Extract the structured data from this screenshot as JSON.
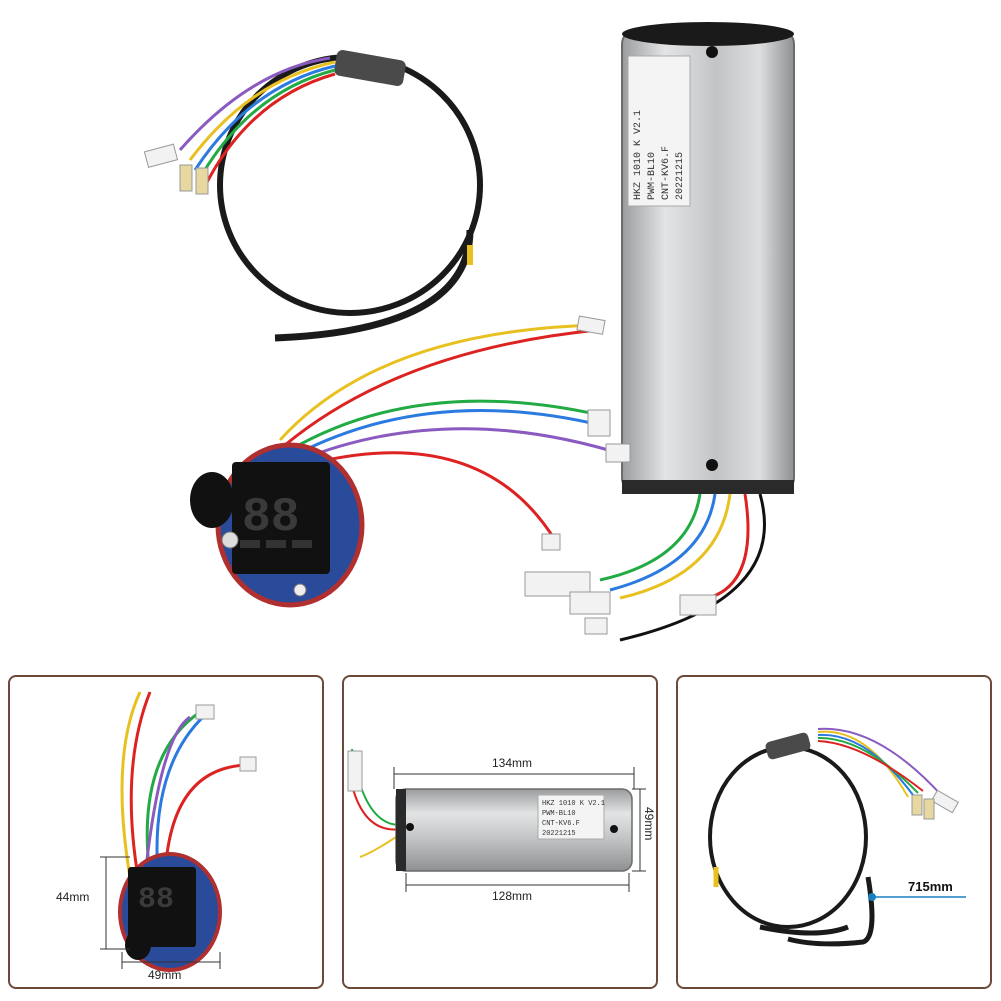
{
  "colors": {
    "frame": "#6b4a3a",
    "controller_body": "#c9cbcc",
    "pcb": "#2a4a9a",
    "cable": "#1a1a1a",
    "marker_line": "#1a7fc0"
  },
  "controller_label": [
    "HKZ 1010 K V2.1",
    "PWM-BL10",
    "CNT-KV6.F",
    "20221215"
  ],
  "dashboard_digits": "88",
  "panels": [
    {
      "name": "dashboard-dimensions",
      "dims": {
        "height": "44mm",
        "width": "49mm"
      }
    },
    {
      "name": "controller-dimensions",
      "dims": {
        "top_length": "134mm",
        "bottom_length": "128mm",
        "diameter": "49mm"
      }
    },
    {
      "name": "cable-dimensions",
      "dims": {
        "length": "715mm"
      }
    }
  ]
}
